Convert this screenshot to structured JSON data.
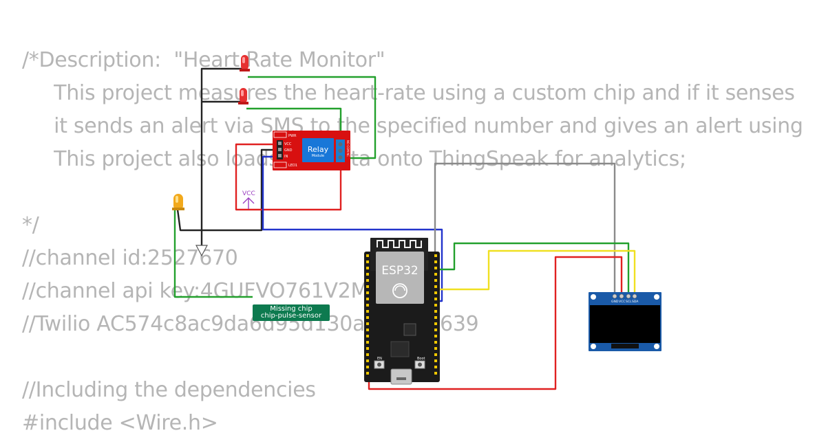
{
  "code_lines": [
    "/*Description:  \"Heart Rate Monitor\"",
    "     This project measures the heart-rate using a custom chip and if it senses",
    "     it sends an alert via SMS to the specified number and gives an alert using",
    "     This project also loads the data onto ThingSpeak for analytics;",
    "",
    "*/",
    "//channel id:2527670",
    "//channel api key:4GUFVO761V2M",
    "//Twilio AC574c8ac9da6d95d130a     face639",
    "",
    "//Including the dependencies",
    "#include <Wire.h>"
  ],
  "esp32": {
    "label": "ESP32",
    "en_label": "EN",
    "boot_label": "Boot"
  },
  "relay": {
    "title": "Relay",
    "subtitle": "Module",
    "pin_pwr": "PWR",
    "pin_vcc": "VCC",
    "pin_gnd": "GND",
    "pin_in": "IN",
    "pin_led1": "LED1",
    "terminal_label": "NO COM NC"
  },
  "oled": {
    "pin_gnd": "GND",
    "pin_vcc": "VCC",
    "pin_scl": "SCL",
    "pin_sda": "SDA"
  },
  "vcc_label": "VCC",
  "missing_chip": {
    "line1": "Missing chip",
    "line2": "chip-pulse-sensor"
  },
  "colors": {
    "wire_green": "#22a02c",
    "wire_red": "#e02020",
    "wire_black": "#222222",
    "wire_blue": "#2233cc",
    "wire_gray": "#8a8a8a",
    "wire_yellow": "#f0e020",
    "relay_body": "#d81010",
    "chip_label_bg": "#0d7a4f"
  }
}
